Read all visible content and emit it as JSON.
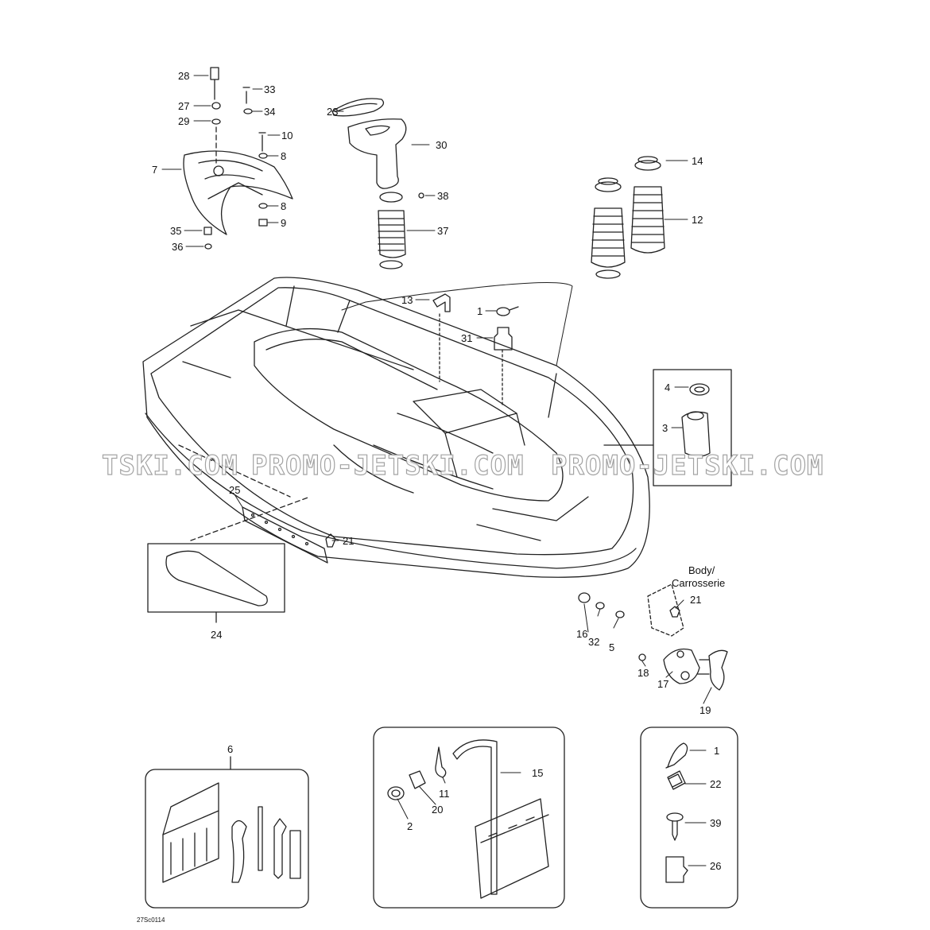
{
  "body_label": {
    "line1": "Body/",
    "line2": "Carrosserie"
  },
  "drawing_code": "27Sc0114",
  "watermarks": [
    "TSKI.COM",
    "PROMO-JETSKI.COM",
    "PROMO-JETSKI.COM"
  ],
  "callouts": {
    "c1": "1",
    "c1b": "1",
    "c2": "2",
    "c3": "3",
    "c4": "4",
    "c5": "5",
    "c6": "6",
    "c7": "7",
    "c8a": "8",
    "c8b": "8",
    "c9": "9",
    "c10": "10",
    "c11": "11",
    "c12": "12",
    "c13": "13",
    "c14": "14",
    "c15": "15",
    "c16": "16",
    "c17": "17",
    "c18": "18",
    "c19": "19",
    "c20": "20",
    "c21a": "21",
    "c21b": "21",
    "c22": "22",
    "c23": "23",
    "c24": "24",
    "c25": "25",
    "c26": "26",
    "c27": "27",
    "c28": "28",
    "c29": "29",
    "c30": "30",
    "c31": "31",
    "c32": "32",
    "c33": "33",
    "c34": "34",
    "c35": "35",
    "c36": "36",
    "c37": "37",
    "c38": "38",
    "c39": "39"
  },
  "colors": {
    "line": "#222222",
    "background": "#ffffff",
    "watermark": "#9a9a9a"
  }
}
